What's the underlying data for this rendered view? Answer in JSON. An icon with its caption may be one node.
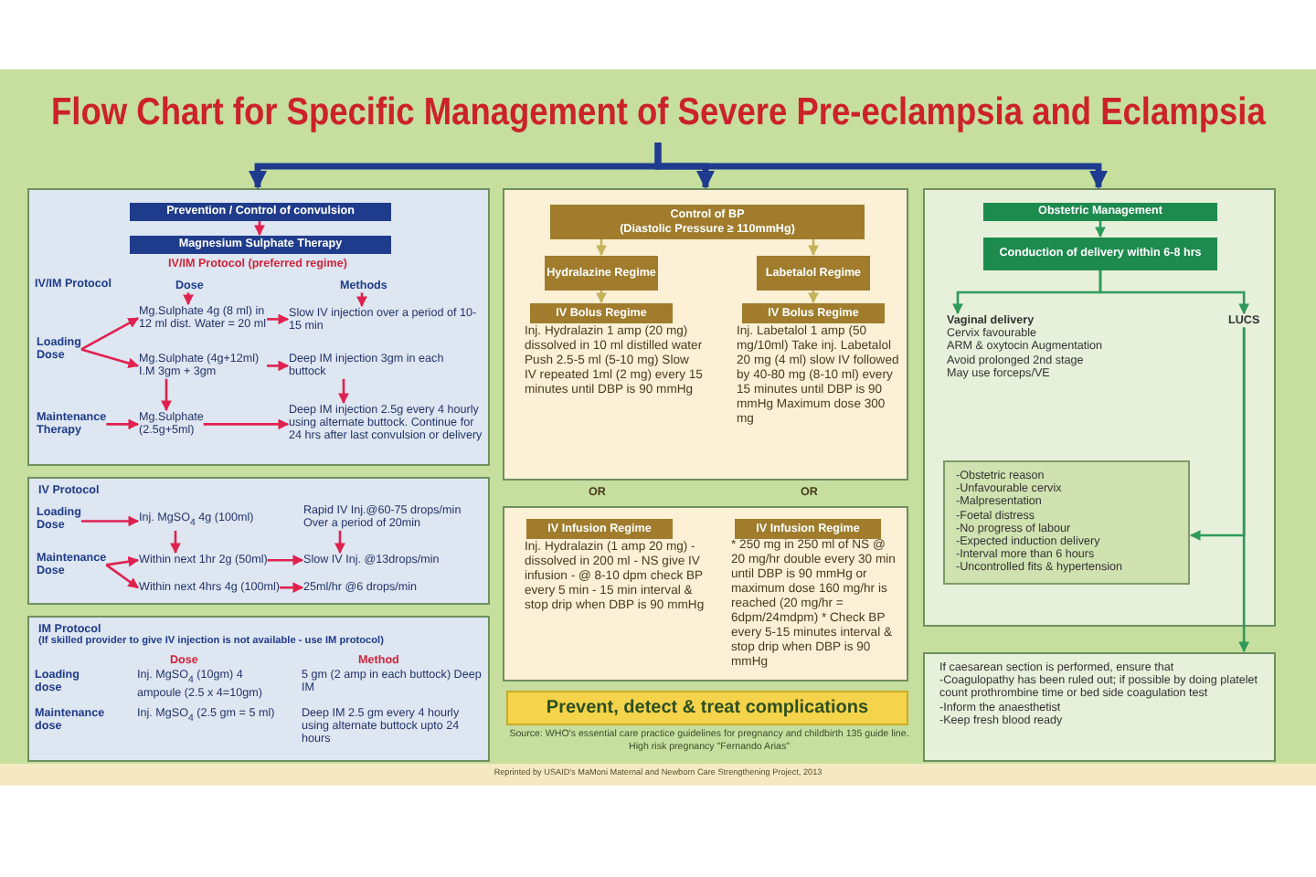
{
  "diagram": {
    "title": "Flow Chart for Specific Management of Severe Pre-eclampsia and Eclampsia",
    "caption": "Reprinted by USAID's MaMoni Maternal and Newborn Care Strengthening Project, 2013",
    "nodes": [
      {
        "text": [],
        "shape": "box"
      },
      {
        "text": [
          "Prevention / Control of convulsion"
        ],
        "in": 0
      },
      {
        "text": [
          "Magnesium Sulphate Therapy"
        ],
        "in": 0,
        "beside": [
          "IV/IM Protocol (preferred regime)"
        ]
      },
      {
        "text": [
          "Dose"
        ],
        "in": 0
      },
      {
        "text": [
          "Methods"
        ],
        "in": 0
      },
      {
        "text": [
          "Loading Dose"
        ],
        "in": 0
      },
      {
        "text": [
          "Mg.Sulphate 4g (8 ml) in 12 ml dist. Water = 20 ml"
        ],
        "in": 0
      },
      {
        "text": [
          "Slow IV injection over a period of 10-15 min"
        ],
        "in": 0
      },
      {
        "text": [
          "Mg.Sulphate (4g+12ml) I.M 3gm + 3gm"
        ],
        "in": 0
      },
      {
        "text": [
          "Deep IM injection 3gm in each buttock"
        ],
        "in": 0
      },
      {
        "text": [
          "Maintenance Therapy"
        ],
        "in": 0
      },
      {
        "text": [
          "Mg.Sulphate (2.5g+5ml)"
        ],
        "in": 0
      },
      {
        "text": [
          "Deep IM injection 2.5g every 4 hourly using alternate buttock. Continue for 24 hrs after last convulsion or delivery"
        ],
        "in": 0
      },
      {
        "text": [
          "IV Protocol"
        ]
      },
      {
        "text": [
          "Loading Dose"
        ],
        "in": 13
      },
      {
        "text": [
          "Inj. MgSO$_{4}$ 4g (100ml)"
        ],
        "in": 13
      },
      {
        "text": [
          "Rapid IV Inj.@60-75 drops/min Over a period of 20min"
        ],
        "in": 13
      },
      {
        "text": [
          "Maintenance Dose"
        ],
        "in": 13
      },
      {
        "text": [
          "Within next 1hr 2g (50ml)"
        ],
        "in": 13
      },
      {
        "text": [
          "Slow IV Inj. @13drops/min"
        ],
        "in": 13
      },
      {
        "text": [
          "Within next 4hrs 4g (100ml)"
        ],
        "in": 13
      },
      {
        "text": [
          "25ml/hr @6 drops/min"
        ],
        "in": 13
      },
      {
        "text": [
          "IM Protocol",
          "(If skilled provider to give IV injection is not available - use IM protocol)"
        ]
      },
      {
        "text": [],
        "shape": "box"
      },
      {
        "text": [
          "Control of BP",
          "(Diastolic Pressure ≥ 110mmHg)"
        ],
        "in": 23
      },
      {
        "text": [
          "Hydralazine Regime"
        ],
        "in": 23
      },
      {
        "text": [
          "Labetalol Regime"
        ],
        "in": 23
      },
      {
        "text": [
          "IV Bolus Regime"
        ],
        "in": 23
      },
      {
        "text": [
          "IV Bolus Regime"
        ],
        "in": 23
      },
      {
        "text": [],
        "shape": "box"
      },
      {
        "text": [
          "IV Infusion Regime"
        ],
        "in": 29
      },
      {
        "text": [
          "IV Infusion Regime"
        ],
        "in": 29
      },
      {
        "text": [
          "Prevent, detect & treat complications"
        ]
      },
      {
        "text": [],
        "shape": "box"
      },
      {
        "text": [
          "Obstetric Management"
        ],
        "in": 33
      },
      {
        "text": [
          "Conduction of delivery within 6-8 hrs"
        ],
        "in": 33
      },
      {
        "text": [
          "Vaginal delivery",
          "Cervix favourable",
          "ARM & oxytocin Augmentation",
          "Avoid prolonged 2nd stage",
          "May use forceps/VE"
        ],
        "in": 33
      },
      {
        "text": [
          "LUCS"
        ],
        "in": 33
      },
      {
        "text": [
          "-Obstetric reason",
          "-Unfavourable cervix",
          "-Malpresentation",
          "-Foetal distress",
          "-No progress of labour",
          "-Expected induction delivery",
          "-Interval more than 6 hours",
          "-Uncontrolled fits & hypertension"
        ],
        "in": 33
      },
      {
        "text": [
          "If caesarean section is performed, ensure that",
          "-Coagulopathy has been ruled out; if possible by doing platelet count prothrombine time or bed side coagulation test",
          "-Inform the anaesthetist",
          "-Keep fresh blood ready"
        ]
      }
    ],
    "edges": [
      {
        "from": null,
        "to": 0,
        "arrow": "to",
        "style": "thick",
        "color": "#1f3b8f"
      },
      {
        "from": null,
        "to": 23,
        "arrow": "to",
        "style": "thick",
        "color": "#1f3b8f"
      },
      {
        "from": null,
        "to": 33,
        "arrow": "to",
        "style": "thick",
        "color": "#1f3b8f"
      },
      {
        "from": 1,
        "to": 2,
        "arrow": "to"
      },
      {
        "from": 3,
        "to": 6,
        "arrow": "to"
      },
      {
        "from": 4,
        "to": 7,
        "arrow": "to"
      },
      {
        "from": 5,
        "to": 6,
        "arrow": "to"
      },
      {
        "from": 5,
        "to": 8,
        "arrow": "to"
      },
      {
        "from": 6,
        "to": 7,
        "arrow": "to"
      },
      {
        "from": 8,
        "to": 9,
        "arrow": "to"
      },
      {
        "from": 8,
        "to": 11,
        "arrow": "to"
      },
      {
        "from": 9,
        "to": 12,
        "arrow": "to"
      },
      {
        "from": 10,
        "to": 11,
        "arrow": "to"
      },
      {
        "from": 11,
        "to": 12,
        "arrow": "to"
      },
      {
        "from": 14,
        "to": 15,
        "arrow": "to"
      },
      {
        "from": 15,
        "to": 18,
        "arrow": "to"
      },
      {
        "from": 16,
        "to": 19,
        "arrow": "to"
      },
      {
        "from": 17,
        "to": 18,
        "arrow": "to"
      },
      {
        "from": 17,
        "to": 20,
        "arrow": "to"
      },
      {
        "from": 18,
        "to": 19,
        "arrow": "to"
      },
      {
        "from": 20,
        "to": 21,
        "arrow": "to"
      },
      {
        "from": 24,
        "to": 25,
        "arrow": "to",
        "color": "#c4b35a"
      },
      {
        "from": 24,
        "to": 26,
        "arrow": "to",
        "color": "#c4b35a"
      },
      {
        "from": 25,
        "to": 27,
        "arrow": "to",
        "color": "#c4b35a"
      },
      {
        "from": 26,
        "to": 28,
        "arrow": "to",
        "color": "#c4b35a"
      },
      {
        "from": 34,
        "to": 35,
        "arrow": "to",
        "color": "#2e9a5a"
      },
      {
        "from": 35,
        "to": 36,
        "arrow": "to",
        "color": "#2e9a5a"
      },
      {
        "from": 35,
        "to": 37,
        "arrow": "to",
        "color": "#2e9a5a"
      },
      {
        "from": 37,
        "to": 38,
        "arrow": "to",
        "color": "#2e9a5a"
      },
      {
        "from": 37,
        "to": 39,
        "arrow": "to",
        "color": "#2e9a5a"
      }
    ],
    "labels": [
      "IV/IM Protocol",
      "Dose",
      "Method",
      "Loading dose",
      "Inj. MgSO$_{4}$ (10gm) 4 ampoule (2.5 x 4=10gm)",
      "5 gm (2 amp in each buttock) Deep IM",
      "Maintenance dose",
      "Inj. MgSO$_{4}$ (2.5 gm = 5 ml)",
      "Deep IM 2.5 gm every 4 hourly using alternate buttock upto 24 hours",
      "Inj. Hydralazin 1 amp (20 mg) dissolved in 10 ml distilled water Push 2.5-5 ml (5-10 mg) Slow IV repeated 1ml (2 mg) every 15 minutes until DBP is 90 mmHg",
      "Inj. Labetalol 1 amp (50 mg/10ml) Take inj. Labetalol 20 mg (4 ml) slow IV followed by 40-80 mg (8-10 ml) every 15 minutes until DBP is 90 mmHg Maximum dose 300 mg",
      "OR",
      "OR",
      "Inj. Hydralazin (1 amp 20 mg) - dissolved in 200 ml - NS give IV infusion - @ 8-10 dpm check BP every 5 min - 15 min interval & stop drip when DBP is 90 mmHg",
      "* 250 mg in 250 ml of NS @ 20 mg/hr double every 30 min until DBP is 90 mmHg or maximum dose 160 mg/hr is reached (20 mg/hr = 6dpm/24mdpm) * Check BP every 5-15 minutes interval & stop drip when DBP is 90 mmHg",
      "Source: WHO's essential care practice guidelines for pregnancy and childbirth 135 guide line. High risk pregnancy \"Fernando Arias\""
    ]
  }
}
